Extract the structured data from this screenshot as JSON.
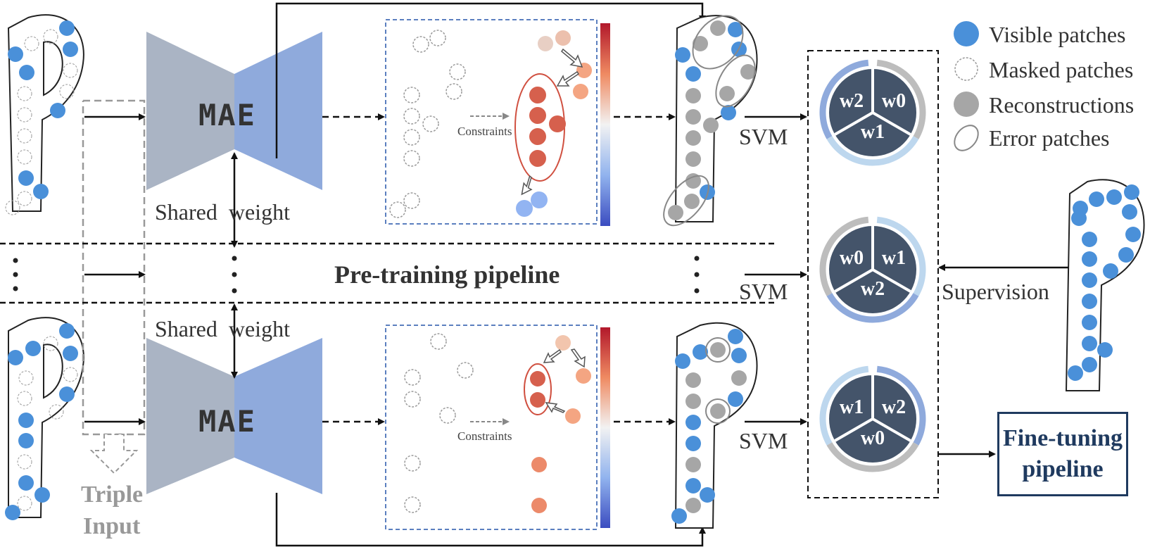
{
  "legend": {
    "visible": "Visible patches",
    "masked": "Masked patches",
    "reconstructions": "Reconstructions",
    "error": "Error patches"
  },
  "encoder": {
    "top": "MAE",
    "bottom": "MAE"
  },
  "shared_weight": {
    "top": "Shared  weight",
    "bottom": "Shared  weight"
  },
  "pipeline_title": "Pre-training pipeline",
  "triple_input": {
    "line1": "Triple",
    "line2": "Input"
  },
  "constraints": {
    "top": "Constraints",
    "bottom": "Constraints"
  },
  "svm": {
    "top": "SVM",
    "middle": "SVM",
    "bottom": "SVM"
  },
  "supervision": "Supervision",
  "finetune": "Fine-tuning\npipeline",
  "ensembles": [
    [
      "w2",
      "w0",
      "w1"
    ],
    [
      "w0",
      "w1",
      "w2"
    ],
    [
      "w1",
      "w2",
      "w0"
    ]
  ],
  "colors": {
    "visible": "#4a90d9",
    "reconstruction": "#a6a6a6",
    "mae_left": "#aab4c4",
    "mae_right": "#8faadc",
    "wheel": "#44546a",
    "finetune": "#1f3a5f"
  }
}
